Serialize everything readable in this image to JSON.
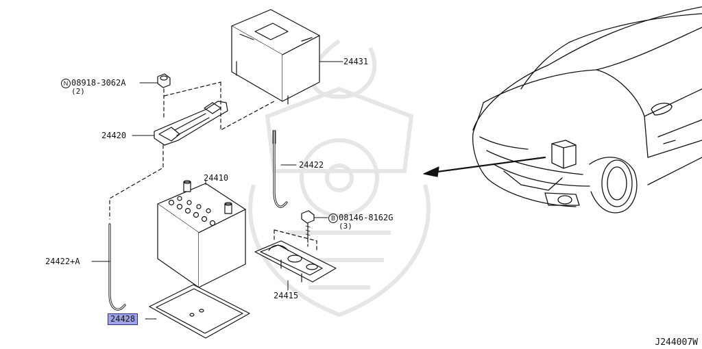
{
  "parts": {
    "cover": "24431",
    "nut": "08918-3062A",
    "nut_prefix": "N",
    "nut_qty": "(2)",
    "bracket": "24420",
    "rod": "24422",
    "battery": "24410",
    "bolt": "08146-8162G",
    "bolt_prefix": "B",
    "bolt_qty": "(3)",
    "rod_a": "24422+A",
    "tray": "24415",
    "mat": "24428"
  },
  "diagram_code": "J244007W",
  "colors": {
    "highlight": "#9fa3e6",
    "line": "#111111",
    "watermark": "#e6e6e6"
  }
}
